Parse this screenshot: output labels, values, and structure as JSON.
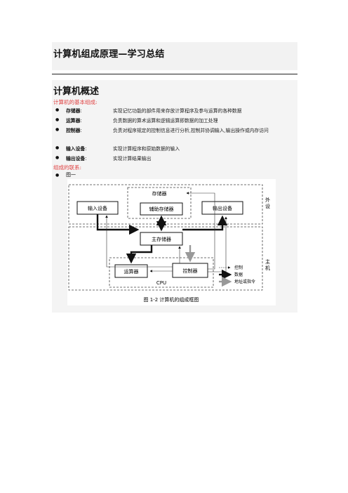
{
  "doc_title": "计算机组成原理—学习总结",
  "section_title": "计算机概述",
  "basic_label": "计算机的基本组成:",
  "items": [
    {
      "term": "存储器",
      "sep": ":",
      "desc": "实现记忆功能的部件用来存放计算程序及参与运算的各种数据"
    },
    {
      "term": "运算器",
      "sep": ":",
      "desc": "负责数据的算术运算和逻辑运算即数据的加工处理"
    },
    {
      "term": "控制器",
      "sep": ":",
      "desc": "负责对程序规定的控制信息进行分析,控制并协调输入,输出操作或内存访问"
    },
    {
      "term": "输入设备",
      "sep": ":",
      "desc": "实现计算程序和原始数据的输入"
    },
    {
      "term": "输出设备",
      "sep": ":",
      "desc": "实现计算结果输出"
    }
  ],
  "relation_label": "组成的联系:",
  "figure_item": "图一",
  "figure": {
    "input_device": "输入设备",
    "storage_group": "存储器",
    "aux_storage": "辅助存储器",
    "output_device": "输出设备",
    "main_memory": "主存储器",
    "alu": "运算器",
    "controller": "控制器",
    "cpu": "CPU",
    "external_label": "外设",
    "host_label": "主机",
    "legend_control": "控制",
    "legend_data": "数据",
    "legend_addr": "地址或指令",
    "caption": "图 1-2   计算机的组成框图"
  }
}
